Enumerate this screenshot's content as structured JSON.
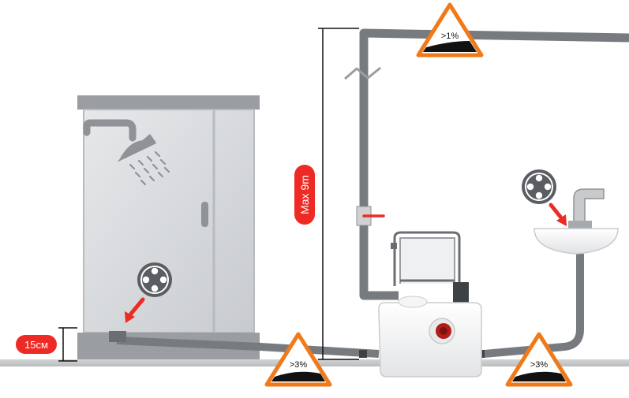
{
  "labels": {
    "max_height": "Max 9m",
    "base_height": "15см",
    "slope_top": ">1%",
    "slope_left": ">3%",
    "slope_right": ">3%"
  },
  "colors": {
    "pipe": "#777b80",
    "pipe_dark": "#5f6367",
    "floor": "#c9cbcd",
    "cabin_glass": "#d9dcdf",
    "cabin_frame": "#9a9da1",
    "accent": "#ee2a24",
    "warning_border": "#f07a1a",
    "warning_fill": "#ffffff",
    "slope_fill": "#111111"
  },
  "icons": {
    "shower": "shower-head-icon",
    "drain": "drain-grate-icon",
    "warning": "slope-warning-icon",
    "pump": "macerator-pump-icon",
    "sink": "wash-basin-icon",
    "faucet": "faucet-icon"
  }
}
